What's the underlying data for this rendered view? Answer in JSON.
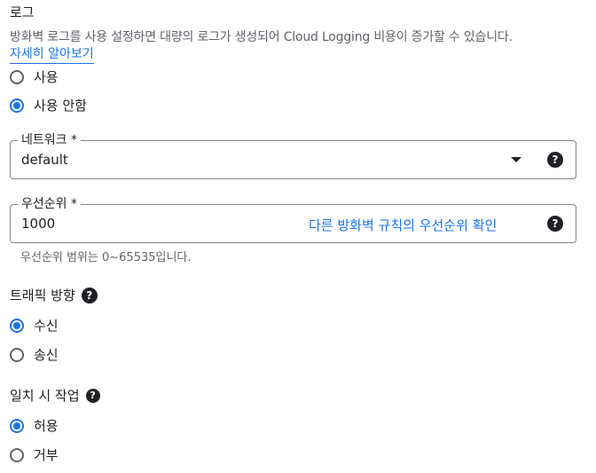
{
  "logs": {
    "title": "로그",
    "description": "방화벽 로그를 사용 설정하면 대량의 로그가 생성되어 Cloud Logging 비용이 증가할 수 있습니다.",
    "learn_more": "자세히 알아보기",
    "options": [
      "사용",
      "사용 안함"
    ],
    "selected": "사용 안함"
  },
  "network": {
    "label": "네트워크 *",
    "value": "default"
  },
  "priority": {
    "label": "우선순위 *",
    "value": "1000",
    "compare_link": "다른 방화벽 규칙의 우선순위 확인",
    "hint": "우선순위 범위는 0~65535입니다."
  },
  "direction": {
    "title": "트래픽 방향",
    "options": [
      "수신",
      "송신"
    ],
    "selected": "수신"
  },
  "action": {
    "title": "일치 시 작업",
    "options": [
      "허용",
      "거부"
    ],
    "selected": "허용"
  },
  "icons": {
    "help": "?"
  },
  "colors": {
    "accent": "#1a73e8",
    "text": "#202124",
    "secondary_text": "#5f6368",
    "border": "#80868b"
  }
}
